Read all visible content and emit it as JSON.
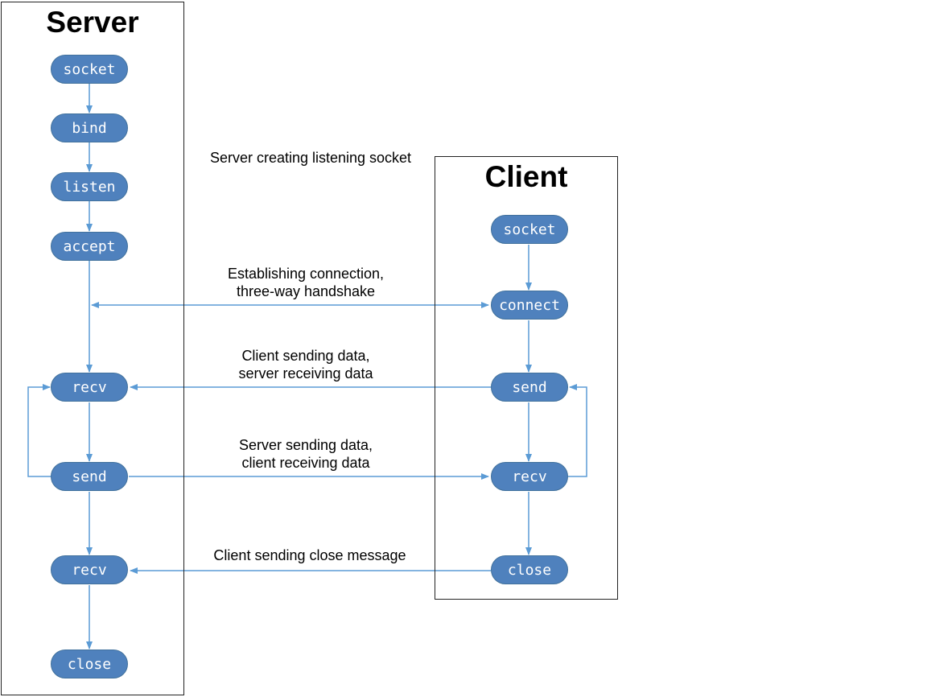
{
  "colors": {
    "node_fill": "#4f81bd",
    "node_border": "#41719c",
    "arrow": "#5b9bd5",
    "frame": "#222222"
  },
  "server": {
    "title": "Server",
    "nodes": [
      "socket",
      "bind",
      "listen",
      "accept",
      "recv",
      "send",
      "recv",
      "close"
    ]
  },
  "client": {
    "title": "Client",
    "nodes": [
      "socket",
      "connect",
      "send",
      "recv",
      "close"
    ]
  },
  "labels": {
    "listening": "Server creating listening socket",
    "handshake_1": "Establishing connection,",
    "handshake_2": "three-way handshake",
    "client_send_1": "Client sending data,",
    "client_send_2": "server receiving data",
    "server_send_1": "Server sending data,",
    "server_send_2": "client receiving data",
    "close_msg": "Client sending close message"
  }
}
